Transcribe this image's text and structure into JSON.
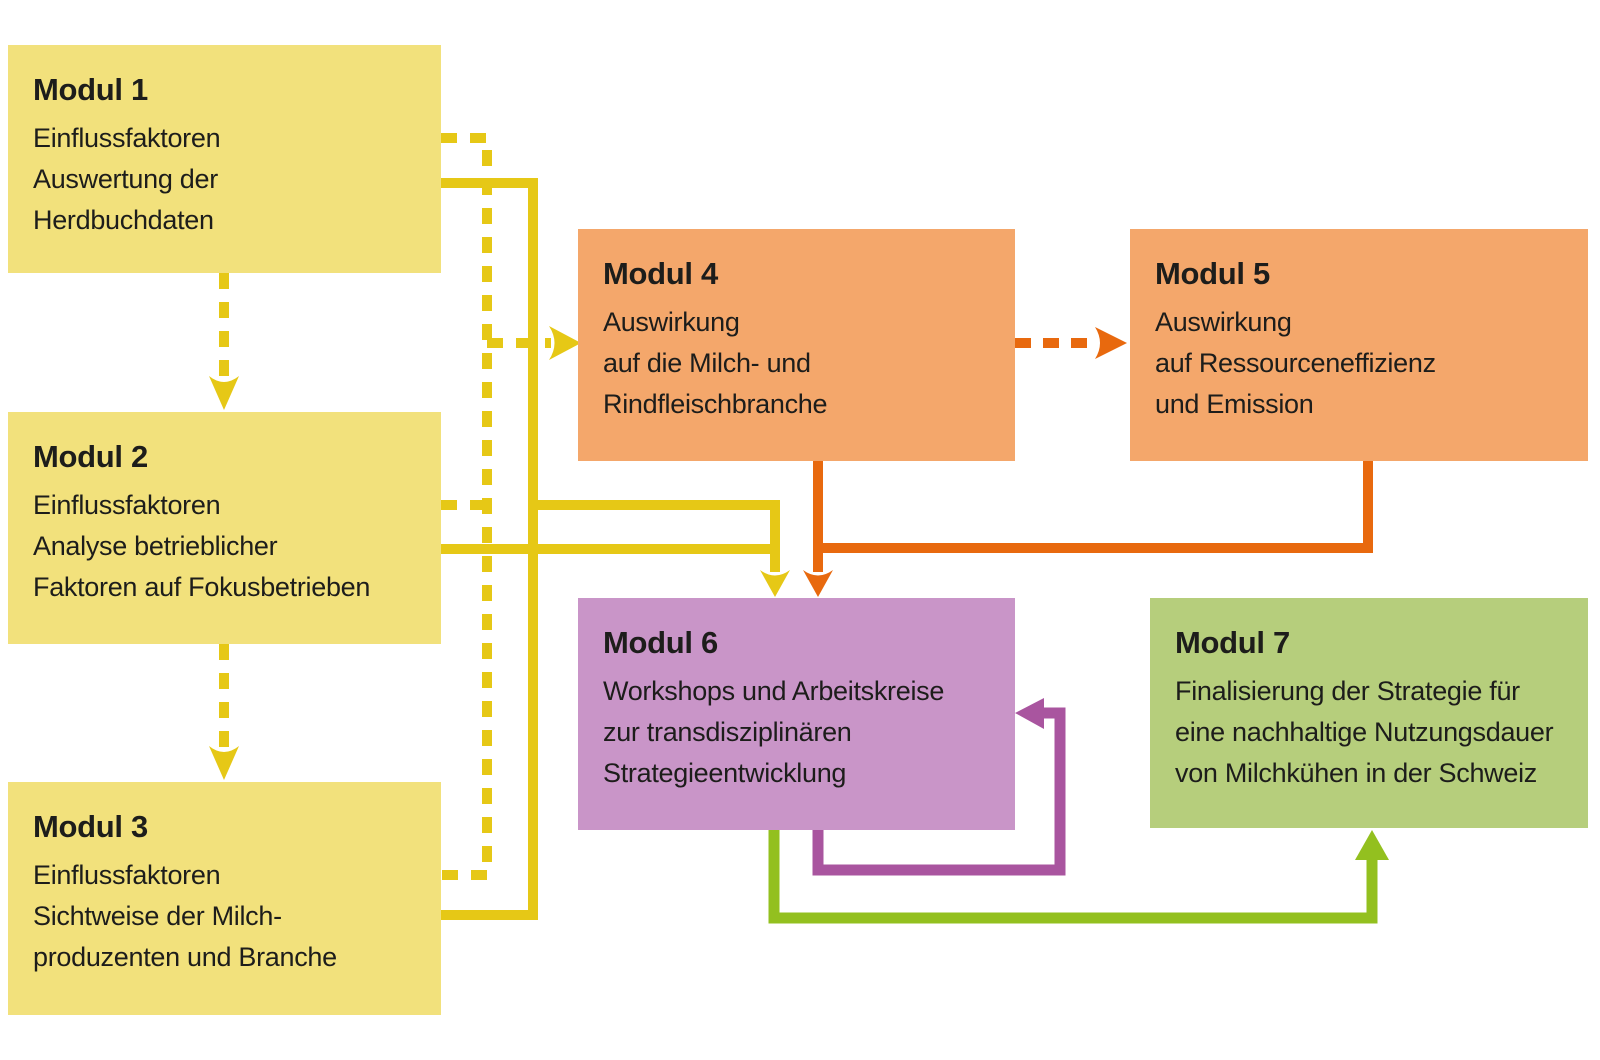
{
  "diagram": {
    "modules": [
      {
        "id": "modul-1",
        "title": "Modul 1",
        "lines": [
          "Einflussfaktoren",
          "Auswertung der",
          "Herdbuchdaten"
        ],
        "color": "#f2e17c"
      },
      {
        "id": "modul-2",
        "title": "Modul 2",
        "lines": [
          "Einflussfaktoren",
          "Analyse betrieblicher",
          "Faktoren auf Fokusbetrieben"
        ],
        "color": "#f2e17c"
      },
      {
        "id": "modul-3",
        "title": "Modul 3",
        "lines": [
          "Einflussfaktoren",
          "Sichtweise der Milch-",
          "produzenten und Branche"
        ],
        "color": "#f2e17c"
      },
      {
        "id": "modul-4",
        "title": "Modul 4",
        "lines": [
          "Auswirkung",
          "auf die Milch- und",
          "Rindfleischbranche"
        ],
        "color": "#f4a76b"
      },
      {
        "id": "modul-5",
        "title": "Modul 5",
        "lines": [
          "Auswirkung",
          "auf Ressourceneffizienz",
          "und Emission"
        ],
        "color": "#f4a76b"
      },
      {
        "id": "modul-6",
        "title": "Modul 6",
        "lines": [
          "Workshops und Arbeitskreise",
          "zur transdisziplinären",
          "Strategieentwicklung"
        ],
        "color": "#c995c8"
      },
      {
        "id": "modul-7",
        "title": "Modul 7",
        "lines": [
          "Finalisierung der Strategie für",
          "eine nachhaltige Nutzungsdauer",
          "von Milchkühen in der Schweiz"
        ],
        "color": "#b6ce7c"
      }
    ],
    "connections": [
      {
        "from": "Modul 1",
        "to": "Modul 2",
        "style": "dashed",
        "color": "yellow"
      },
      {
        "from": "Modul 2",
        "to": "Modul 3",
        "style": "dashed",
        "color": "yellow"
      },
      {
        "from": "Modul 1, Modul 2, Modul 3",
        "to": "Modul 4",
        "style": "dashed",
        "color": "yellow"
      },
      {
        "from": "Modul 1, Modul 2, Modul 3",
        "to": "Modul 6",
        "style": "solid",
        "color": "yellow"
      },
      {
        "from": "Modul 4",
        "to": "Modul 5",
        "style": "dashed",
        "color": "orange"
      },
      {
        "from": "Modul 4",
        "to": "Modul 6",
        "style": "solid",
        "color": "orange"
      },
      {
        "from": "Modul 5",
        "to": "Modul 6",
        "style": "solid",
        "color": "orange"
      },
      {
        "from": "Modul 6",
        "to": "Modul 6",
        "style": "solid",
        "color": "purple",
        "self_loop": true
      },
      {
        "from": "Modul 6",
        "to": "Modul 7",
        "style": "solid",
        "color": "green"
      }
    ],
    "colors": {
      "yellow_box": "#f2e17c",
      "yellow_line": "#e6c816",
      "orange_box": "#f4a76b",
      "orange_line": "#e8690e",
      "purple_box": "#c995c8",
      "purple_line": "#a9559f",
      "green_box": "#b6ce7c",
      "green_line": "#93c01f",
      "text": "#1d1d1b",
      "background": "#ffffff"
    }
  }
}
